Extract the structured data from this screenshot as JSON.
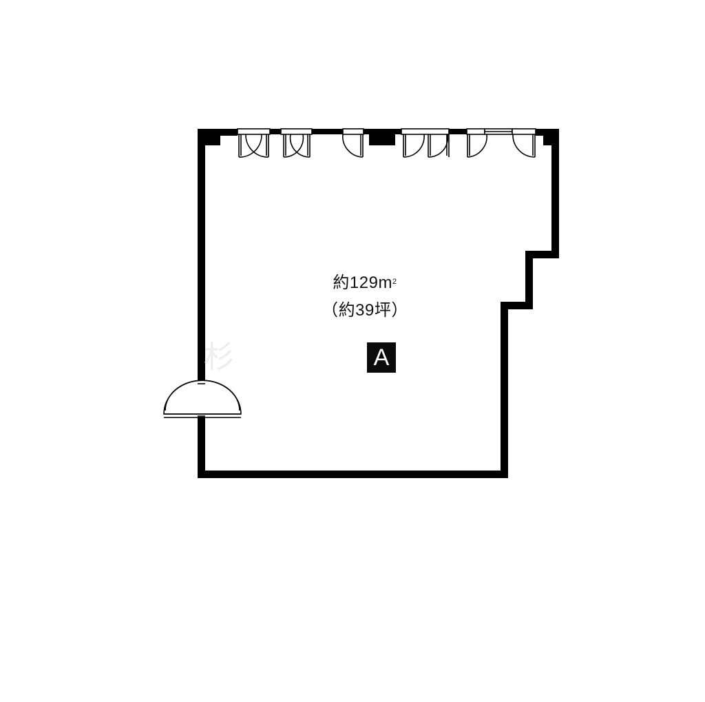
{
  "room": {
    "area_prefix": "約129m",
    "area_unit_superscript": "2",
    "tsubo": "（約39坪）",
    "marker": "A"
  },
  "watermark": {
    "left_fragment": "杉"
  },
  "colors": {
    "wall": "#000000",
    "background": "#ffffff",
    "marker_bg": "#0b0b0b"
  }
}
